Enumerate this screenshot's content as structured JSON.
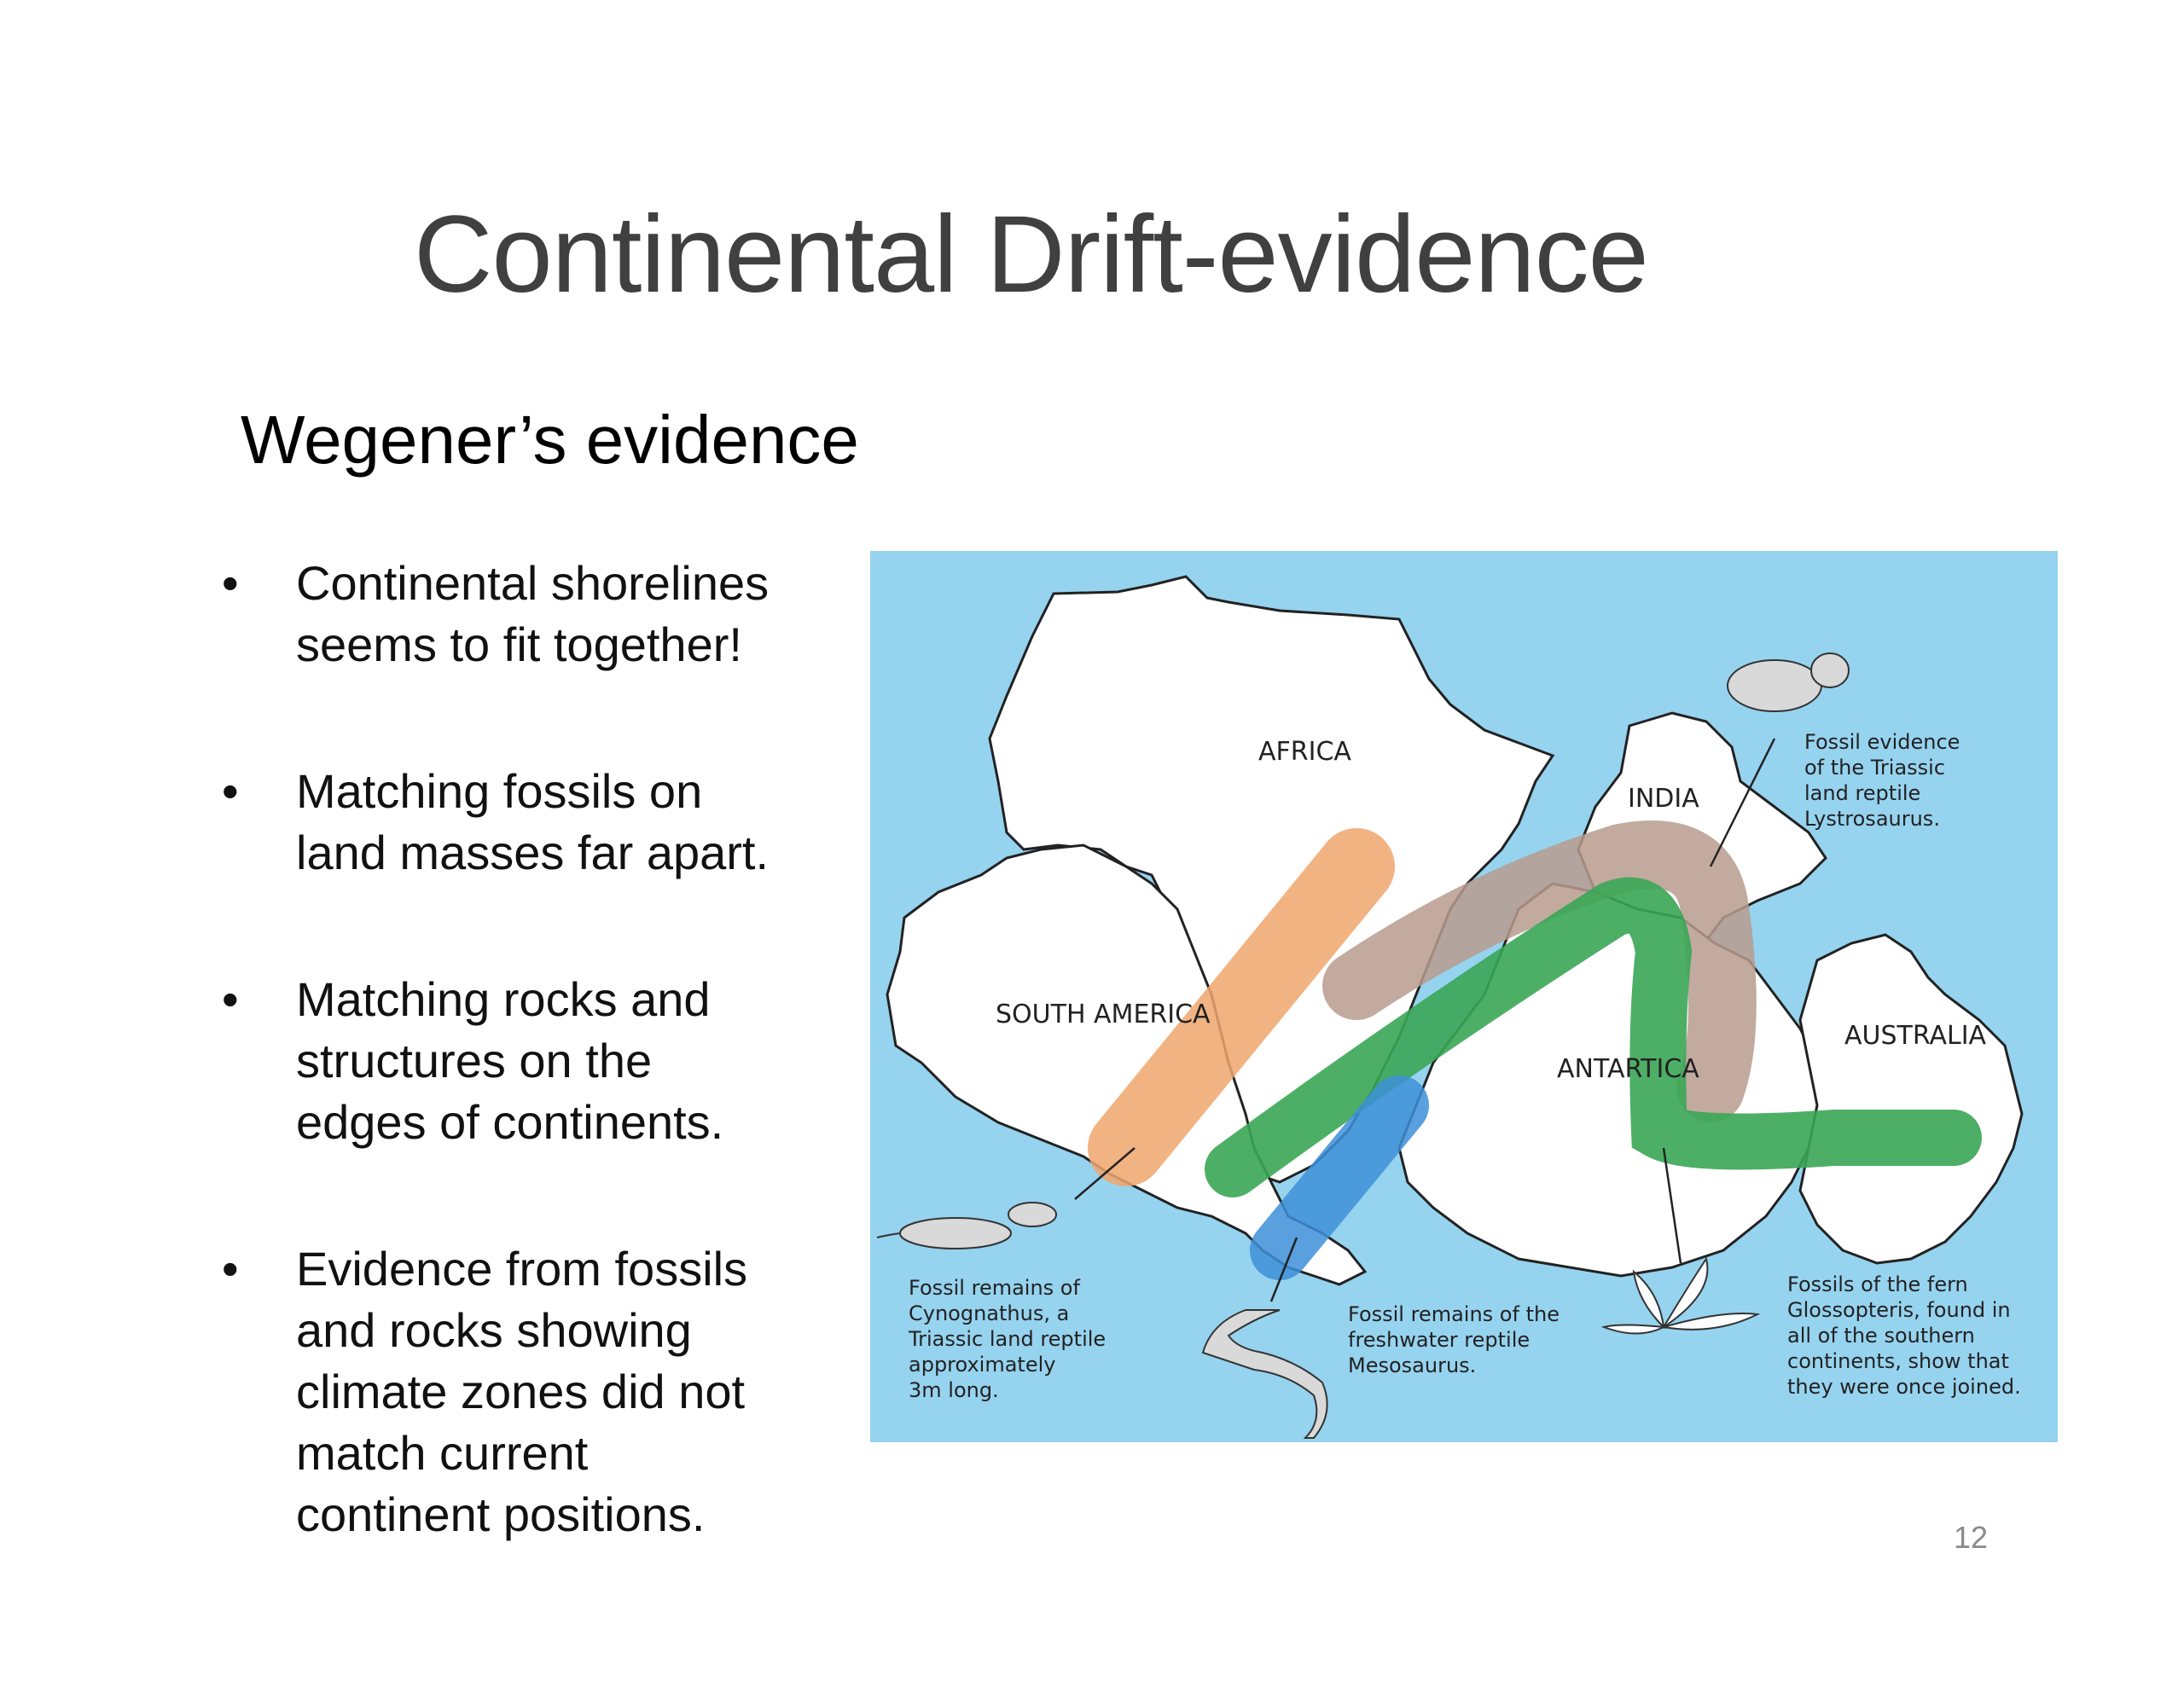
{
  "slide": {
    "title": "Continental Drift-evidence",
    "subtitle": "Wegener’s evidence",
    "page_number": "12"
  },
  "bullets": [
    {
      "lines": [
        "Continental shorelines",
        "seems to fit together!"
      ]
    },
    {
      "lines": [
        "Matching fossils on",
        "land masses far apart."
      ]
    },
    {
      "lines": [
        "Matching rocks and",
        "structures on the",
        "edges of continents."
      ]
    },
    {
      "lines": [
        "Evidence from fossils",
        "and rocks showing",
        "climate zones did not",
        "match current",
        "continent positions."
      ]
    }
  ],
  "map": {
    "continents": {
      "africa": "AFRICA",
      "south_america": "SOUTH AMERICA",
      "india": "INDIA",
      "antarctica": "ANTARTICA",
      "australia": "AUSTRALIA"
    },
    "captions": {
      "cynognathus": [
        "Fossil remains of",
        "Cynognathus, a",
        "Triassic land reptile",
        "approximately",
        "3m long."
      ],
      "mesosaurus": [
        "Fossil remains of the",
        "freshwater reptile",
        "Mesosaurus."
      ],
      "lystrosaurus": [
        "Fossil evidence",
        "of the Triassic",
        "land reptile",
        "Lystrosaurus."
      ],
      "glossopteris": [
        "Fossils of the fern",
        "Glossopteris, found in",
        "all of the southern",
        "continents, show that",
        "they were once joined."
      ]
    },
    "colors": {
      "ocean": "#96d3ef",
      "land": "#ffffff",
      "cynognathus_band": "#f0a66d",
      "lystrosaurus_band": "#b99b8e",
      "glossopteris_band": "#3aa655",
      "mesosaurus_band": "#3d8fd8"
    }
  }
}
